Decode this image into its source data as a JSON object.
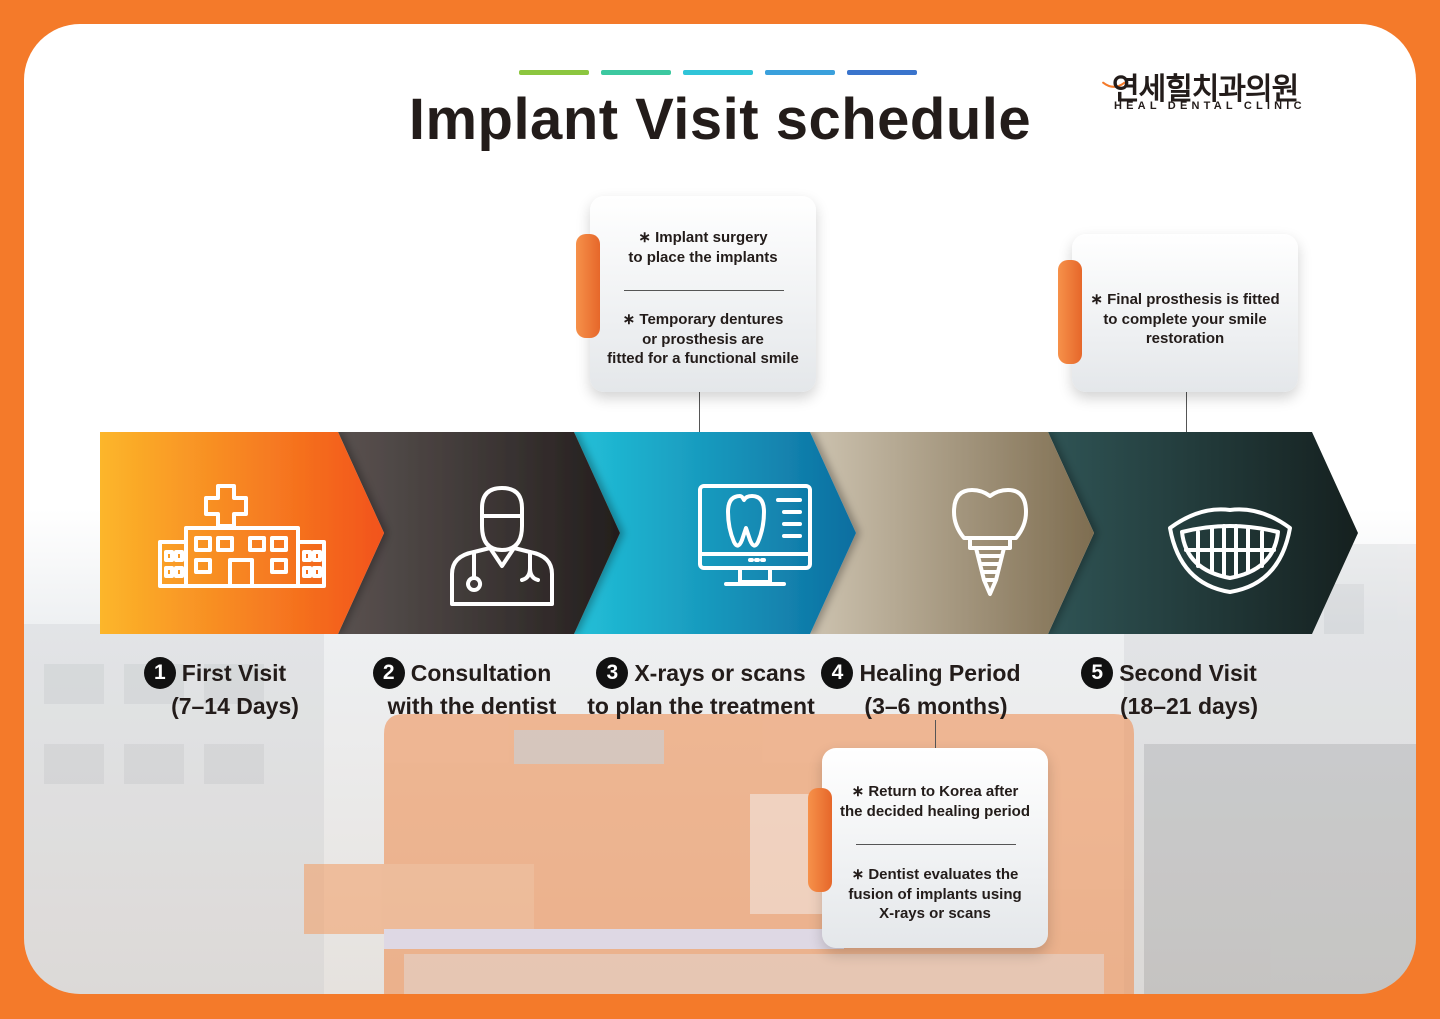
{
  "page": {
    "title": "Implant Visit schedule",
    "accent_colors": [
      "#8cc63f",
      "#3cc8a0",
      "#30c4d8",
      "#3aa0dc",
      "#3a74cc"
    ],
    "frame_color": "#f47a2a"
  },
  "logo": {
    "korean": "연세힐치과의원",
    "english": "HEAL DENTAL CLINIC",
    "icon": "smile-curve-icon"
  },
  "steps": [
    {
      "number": "1",
      "line1": "First Visit",
      "line2": "(7–14 Days)",
      "icon": "hospital-icon",
      "color": "#f7931e"
    },
    {
      "number": "2",
      "line1": "Consultation",
      "line2": "with the dentist",
      "icon": "doctor-icon",
      "color": "#3d3533"
    },
    {
      "number": "3",
      "line1": "X-rays or scans",
      "line2": "to plan the treatment",
      "icon": "monitor-tooth-icon",
      "color": "#1aa8c8"
    },
    {
      "number": "4",
      "line1": "Healing Period",
      "line2": "(3–6 months)",
      "icon": "implant-icon",
      "color": "#9a8a6e"
    },
    {
      "number": "5",
      "line1": "Second Visit",
      "line2": "(18–21 days)",
      "icon": "smile-teeth-icon",
      "color": "#1f3a3c"
    }
  ],
  "notes": {
    "surgery": {
      "a": [
        "∗ Implant surgery",
        "to place the implants"
      ],
      "b": [
        "∗ Temporary dentures",
        "or prosthesis are",
        "fitted for a functional smile"
      ]
    },
    "final": {
      "a": [
        "∗ Final prosthesis is fitted",
        "to complete your smile",
        "restoration"
      ]
    },
    "healing": {
      "a": [
        "∗ Return to Korea after",
        "the decided healing period"
      ],
      "b": [
        "∗ Dentist evaluates the",
        "fusion of implants using",
        "X-rays or scans"
      ]
    }
  }
}
